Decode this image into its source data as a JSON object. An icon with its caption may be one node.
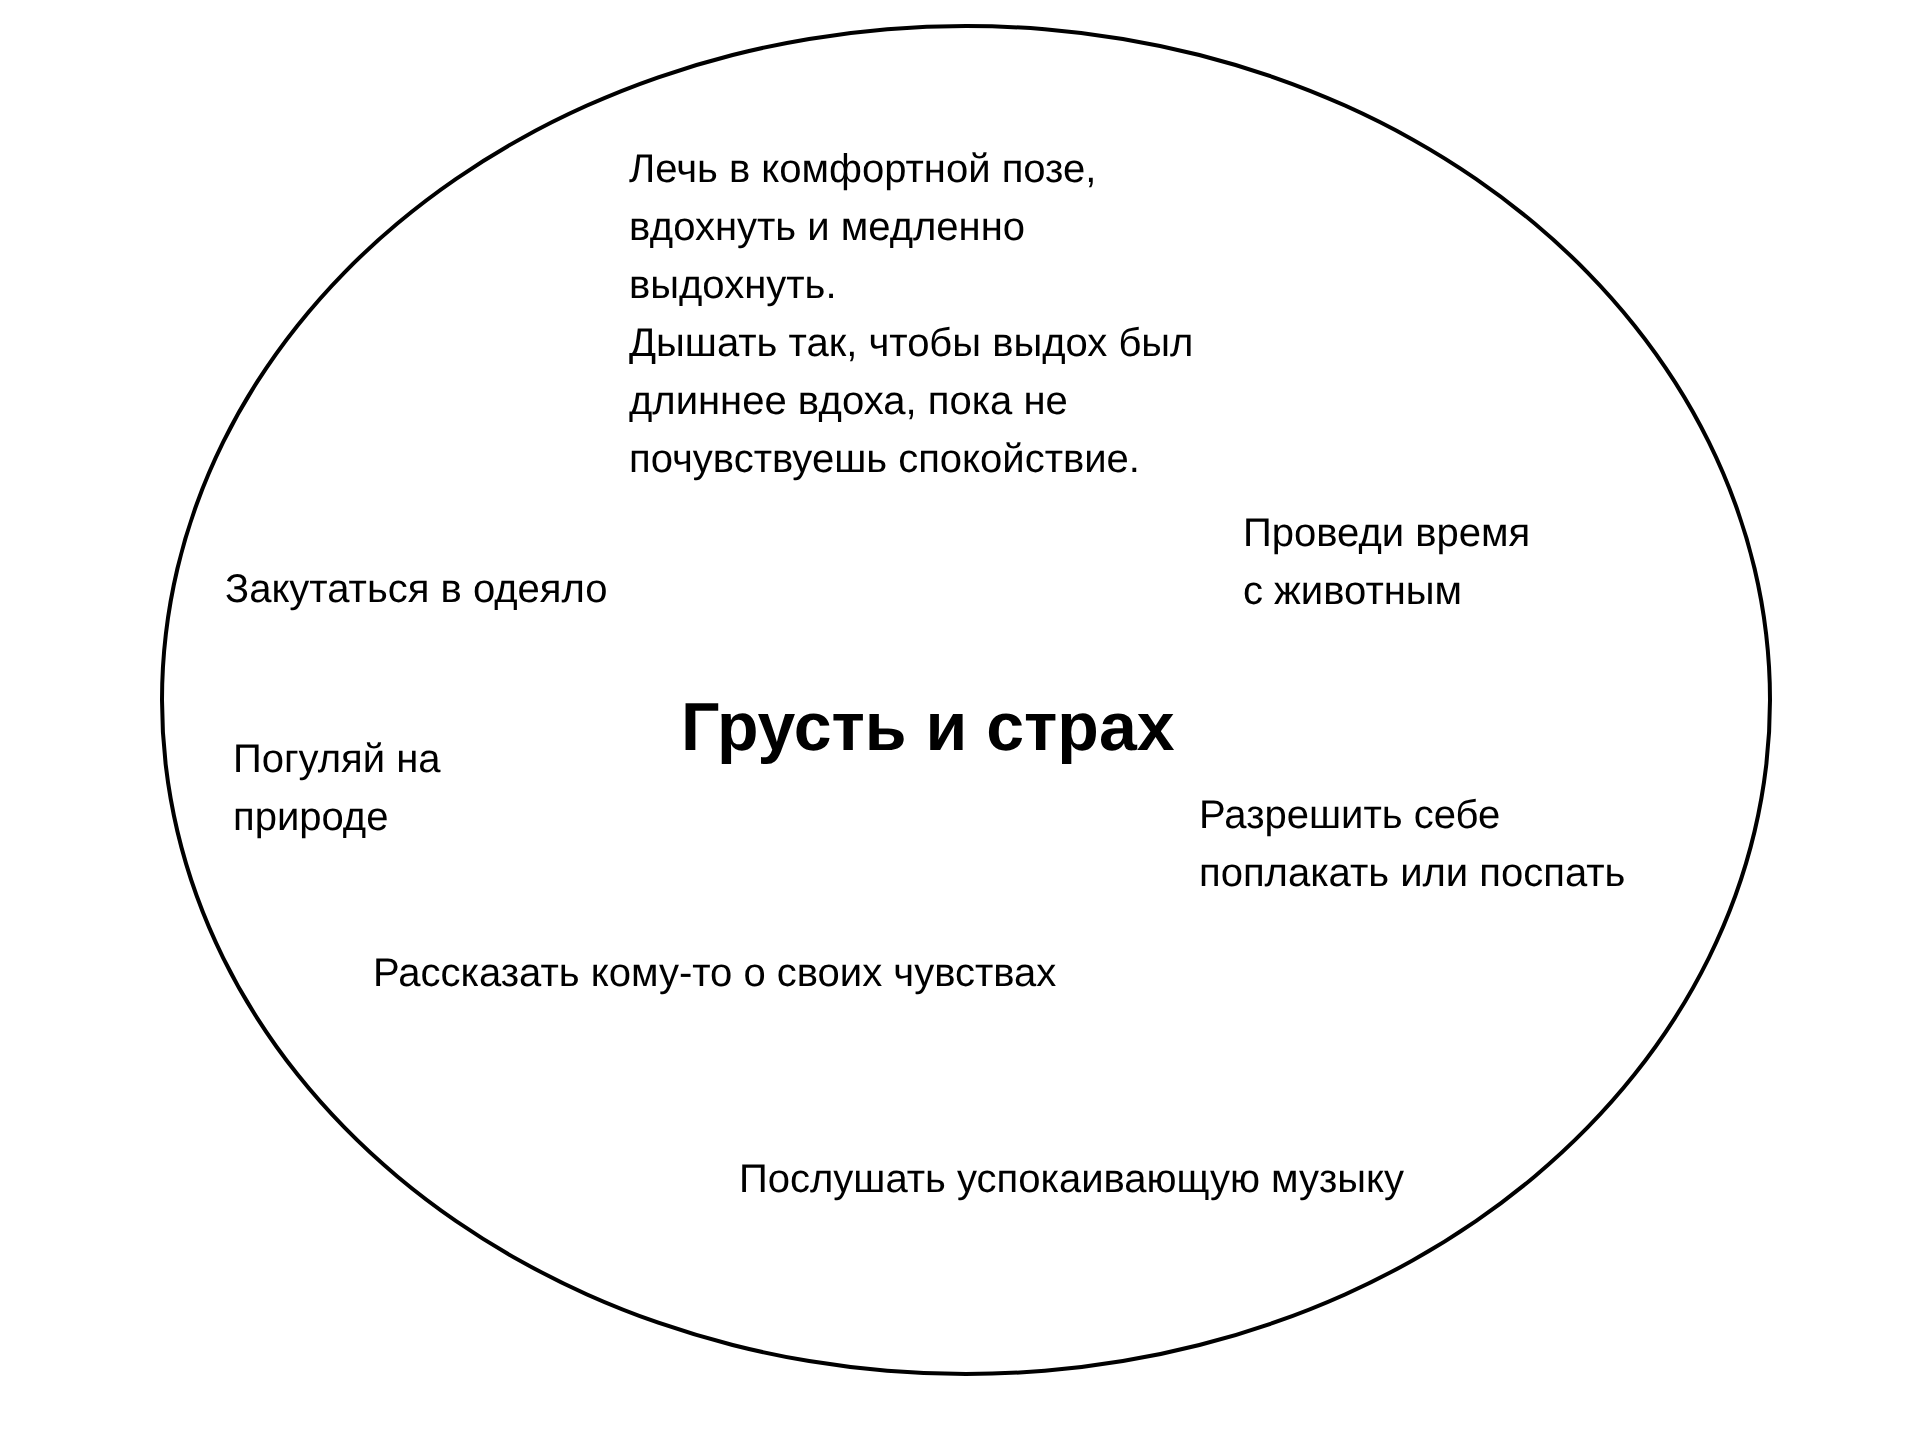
{
  "diagram": {
    "nodes": [
      {
        "text": [
          "Лечь в комфортной позе, вдохнуть и медленно выдохнуть.",
          "Дышать так, чтобы выдох был длиннее вдоха, пока не почувствуешь спокойствие.",
          "Закутаться в одеяло",
          "Проведи время с животным",
          "Грусть и страх",
          "Погуляй на природе",
          "Разрешить себе поплакать или поспать",
          "Рассказать кому-то о своих чувствах",
          "Послушать успокаивающую музыку"
        ]
      }
    ]
  }
}
